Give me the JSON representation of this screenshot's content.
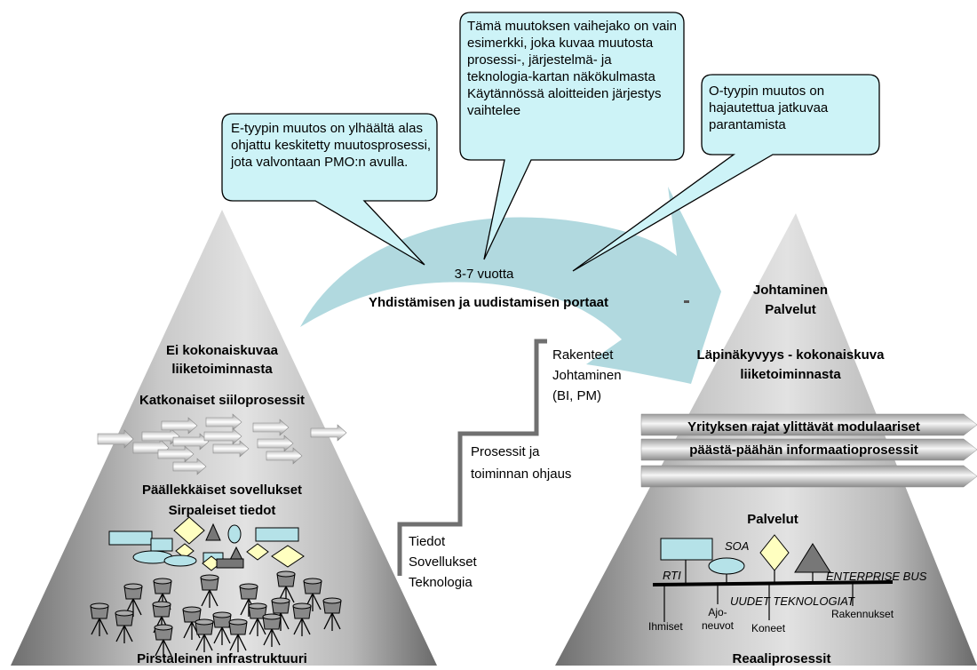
{
  "bubbles": {
    "e_type": "E-tyypin muutos on ylhäältä alas ohjattu keskitetty muutosprosessi, jota valvontaan PMO:n avulla.",
    "phase": "Tämä muutoksen vaihejako on vain esimerkki, joka kuvaa muutosta prosessi-, järjestelmä- ja teknologia-kartan näkökulmasta Käytännössä aloitteiden järjestys vaihtelee",
    "o_type": "O-tyypin muutos on hajautettua jatkuvaa parantamista"
  },
  "arrow": {
    "duration": "3-7 vuotta",
    "title": "Yhdistämisen ja  uudistamisen portaat"
  },
  "stairs": {
    "step1": "Tiedot\nSovellukset\nTeknologia",
    "step2": "Prosessit ja\ntoiminnan ohjaus",
    "step3": "Rakenteet\nJohtaminen\n(BI, PM)"
  },
  "left_pyramid": {
    "no_overview": "Ei kokonaiskuvaa\nliiketoiminnasta",
    "silo": "Katkonaiset  siiloprosessit",
    "apps": "Päällekkäiset sovellukset\nSirpaleiset tiedot",
    "infra": "Pirstaleinen infrastruktuuri"
  },
  "right_pyramid": {
    "top": "Johtaminen\nPalvelut",
    "visibility": "Läpinäkyvyys - kokonaiskuva\nliiketoiminnasta",
    "processes": "Yrityksen rajat ylittävät modulaariset\npäästä-päähän informaatioprosessit",
    "services": "Palvelut",
    "soa": "SOA",
    "rti": "RTI",
    "enterprise_bus": "ENTERPRISE BUS",
    "new_tech": "UUDET TEKNOLOGIAT",
    "people": "Ihmiset",
    "vehicles": "Ajo-\nneuvot",
    "machines": "Koneet",
    "buildings": "Rakennukset",
    "real": "Reaaliprosessit"
  },
  "colors": {
    "arrow_fill": "#a9d5db",
    "bubble_fill": "#cdf3f7",
    "shape_fill": "#b5e2e8",
    "diamond_fill": "#ffffc0",
    "triangle_fill": "#777777"
  }
}
